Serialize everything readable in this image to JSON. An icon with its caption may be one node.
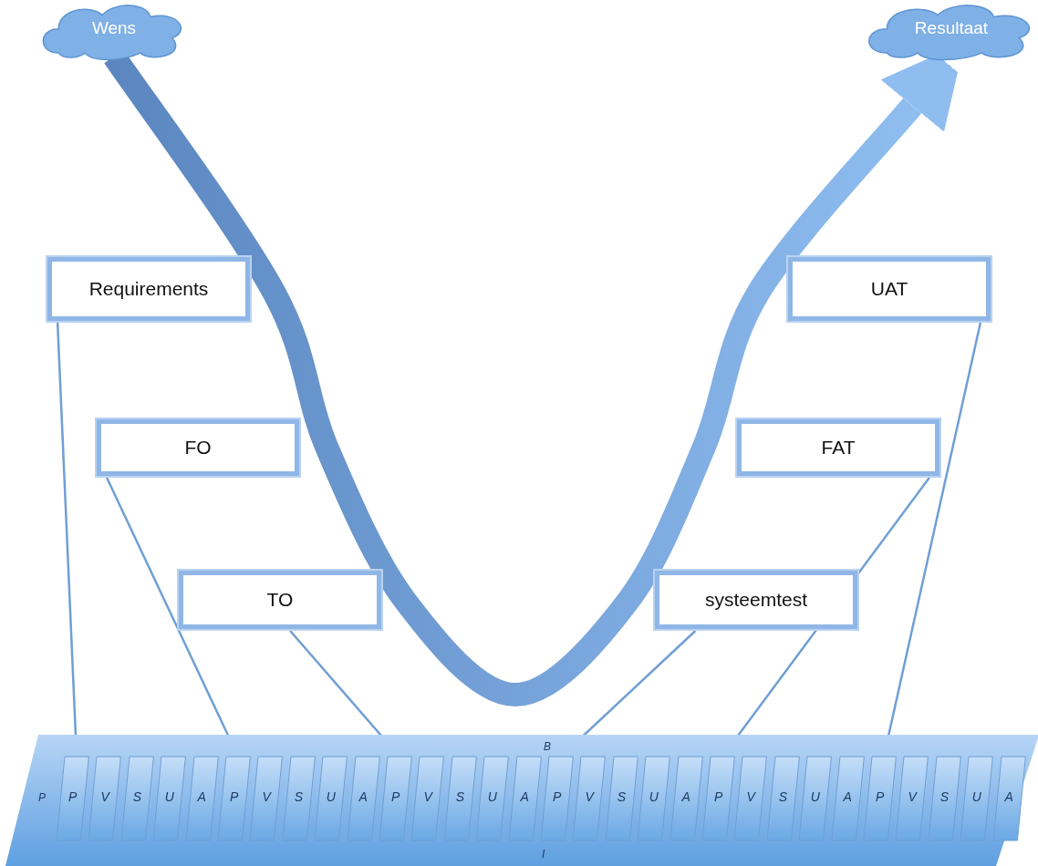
{
  "diagram": {
    "nodes": [
      {
        "text": [
          "Wens"
        ]
      },
      {
        "text": [
          "Resultaat"
        ]
      },
      {
        "text": [
          "Requirements"
        ]
      },
      {
        "text": [
          "UAT"
        ]
      },
      {
        "text": [
          "FO"
        ]
      },
      {
        "text": [
          "FAT"
        ]
      },
      {
        "text": [
          "TO"
        ]
      },
      {
        "text": [
          "systeemtest"
        ]
      },
      {
        "text": [
          "B",
          "P",
          "I"
        ]
      },
      {
        "text": [
          "P"
        ],
        "in": 8
      },
      {
        "text": [
          "V"
        ],
        "in": 8
      },
      {
        "text": [
          "S"
        ],
        "in": 8
      },
      {
        "text": [
          "U"
        ],
        "in": 8
      },
      {
        "text": [
          "A"
        ],
        "in": 8
      },
      {
        "text": [
          "P"
        ],
        "in": 8
      },
      {
        "text": [
          "V"
        ],
        "in": 8
      },
      {
        "text": [
          "S"
        ],
        "in": 8
      },
      {
        "text": [
          "U"
        ],
        "in": 8
      },
      {
        "text": [
          "A"
        ],
        "in": 8
      },
      {
        "text": [
          "P"
        ],
        "in": 8
      },
      {
        "text": [
          "V"
        ],
        "in": 8
      },
      {
        "text": [
          "S"
        ],
        "in": 8
      },
      {
        "text": [
          "U"
        ],
        "in": 8
      },
      {
        "text": [
          "A"
        ],
        "in": 8
      },
      {
        "text": [
          "P"
        ],
        "in": 8
      },
      {
        "text": [
          "V"
        ],
        "in": 8
      },
      {
        "text": [
          "S"
        ],
        "in": 8
      },
      {
        "text": [
          "U"
        ],
        "in": 8
      },
      {
        "text": [
          "A"
        ],
        "in": 8
      },
      {
        "text": [
          "P"
        ],
        "in": 8
      },
      {
        "text": [
          "V"
        ],
        "in": 8
      },
      {
        "text": [
          "S"
        ],
        "in": 8
      },
      {
        "text": [
          "U"
        ],
        "in": 8
      },
      {
        "text": [
          "A"
        ],
        "in": 8
      },
      {
        "text": [
          "P"
        ],
        "in": 8
      },
      {
        "text": [
          "V"
        ],
        "in": 8
      },
      {
        "text": [
          "S"
        ],
        "in": 8
      },
      {
        "text": [
          "U"
        ],
        "in": 8
      },
      {
        "text": [
          "A"
        ],
        "in": 8
      }
    ],
    "edges": [
      {
        "from": 0,
        "to": 1,
        "arrow": "to",
        "style": "thick"
      },
      {
        "from": 2,
        "to": 9,
        "arrow": "none"
      },
      {
        "from": 4,
        "to": 14,
        "arrow": "none"
      },
      {
        "from": 6,
        "to": 19,
        "arrow": "none"
      },
      {
        "from": 7,
        "to": 24,
        "arrow": "none"
      },
      {
        "from": 5,
        "to": 29,
        "arrow": "none"
      },
      {
        "from": 3,
        "to": 34,
        "arrow": "none"
      }
    ]
  }
}
